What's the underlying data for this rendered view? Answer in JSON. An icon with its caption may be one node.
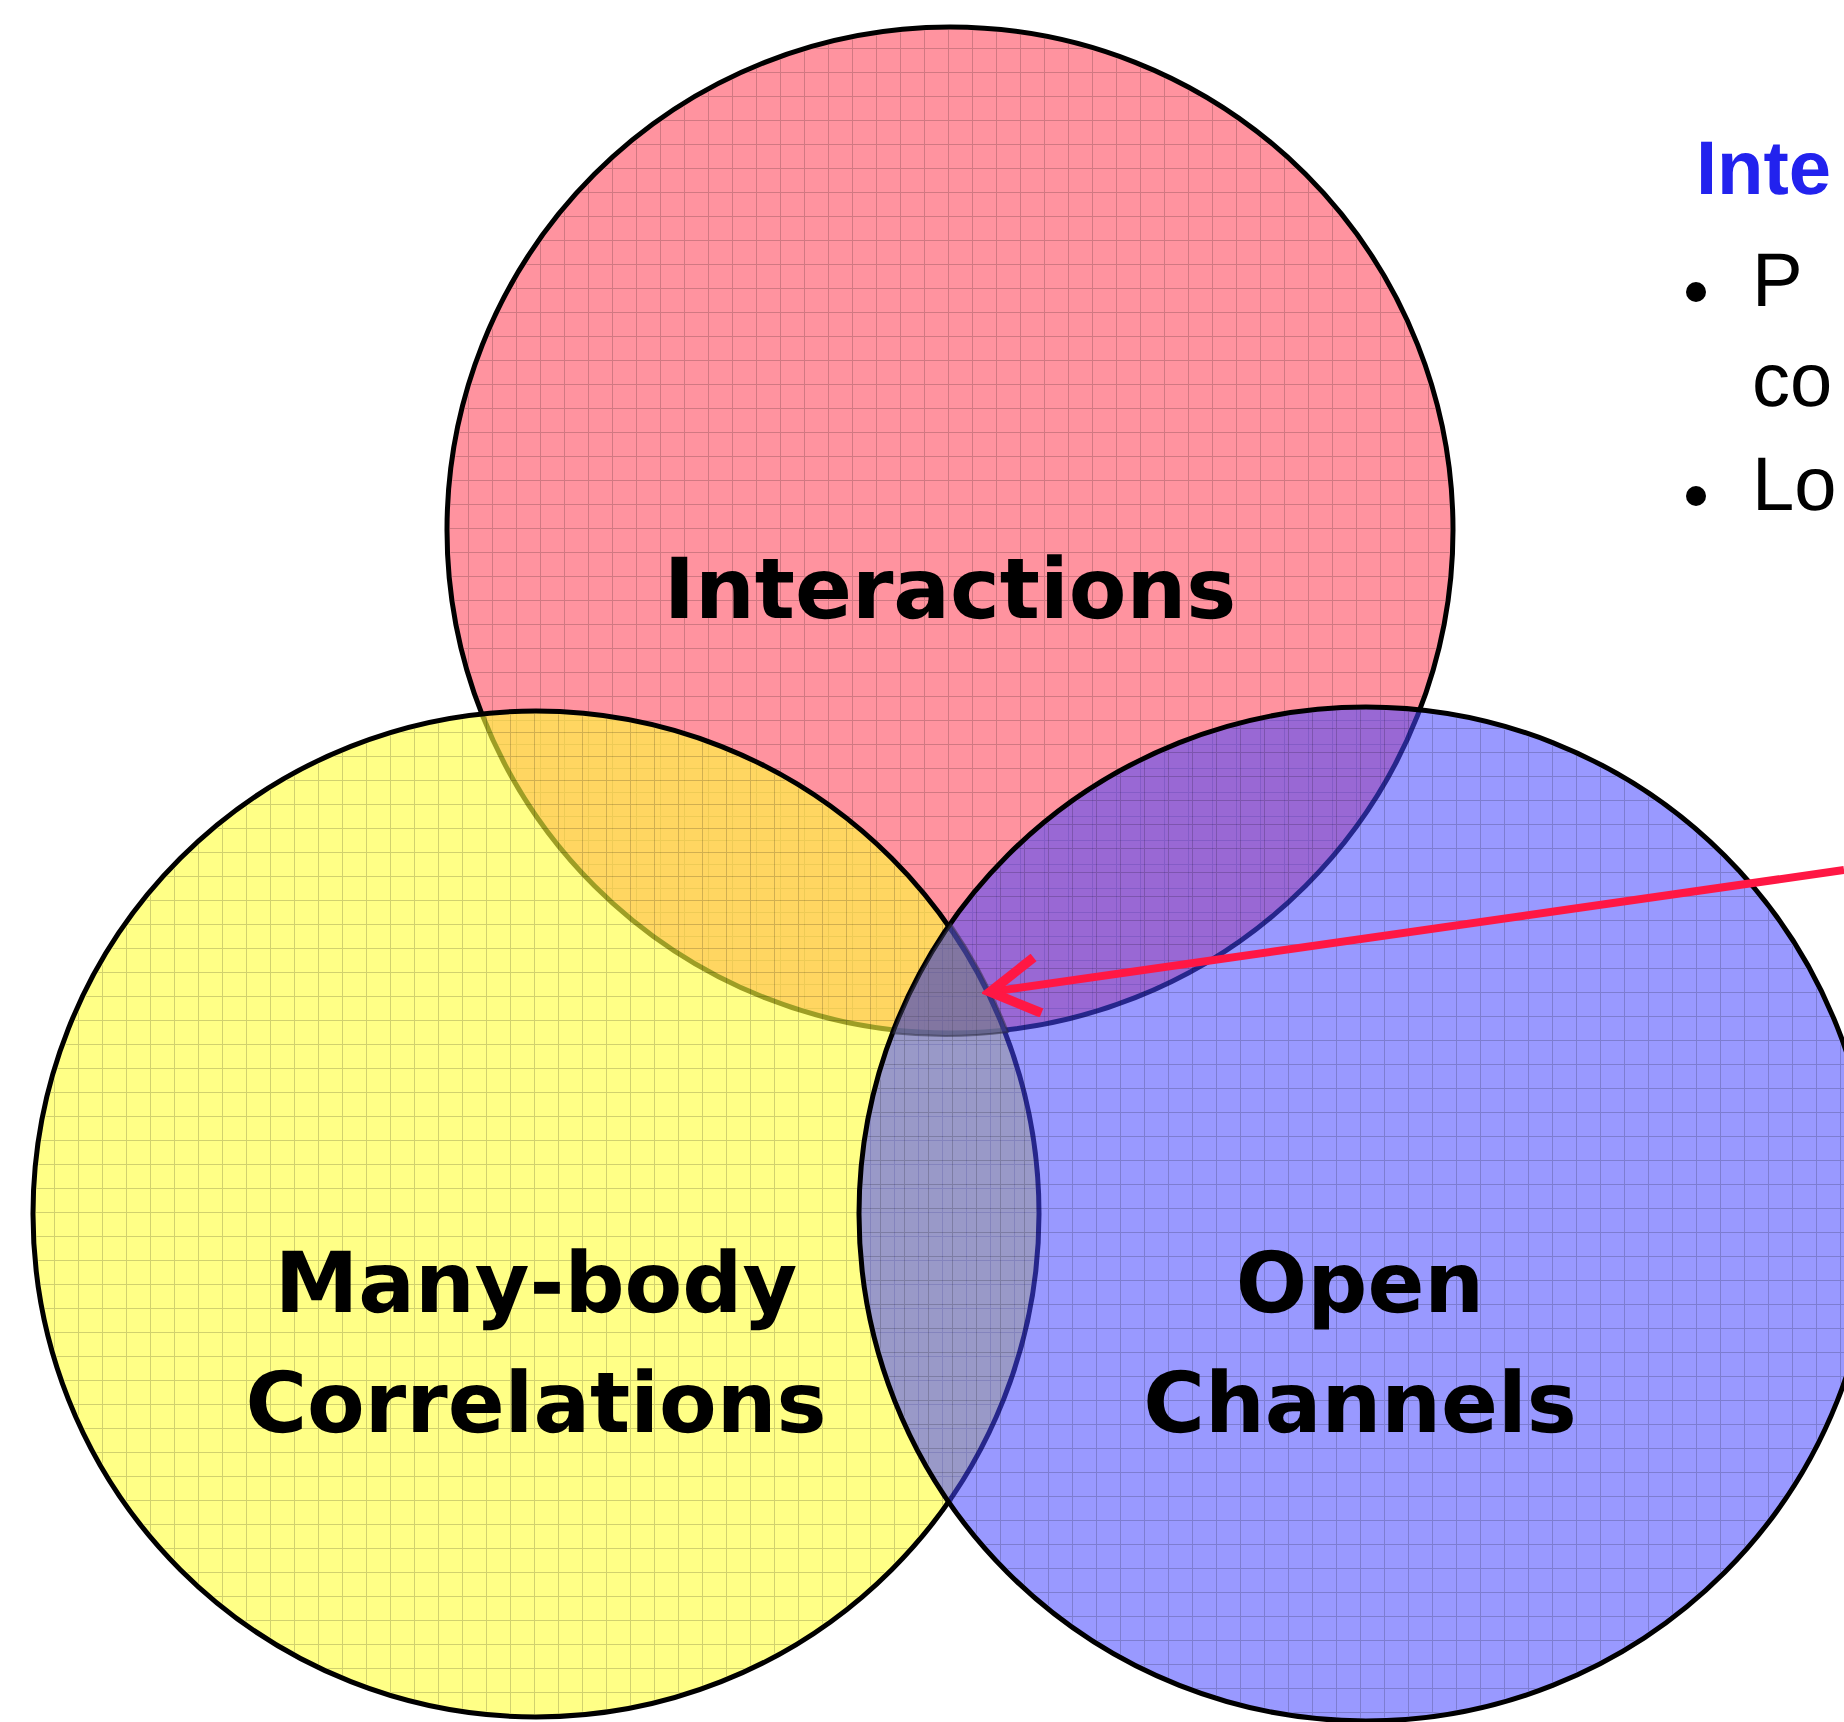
{
  "diagram": {
    "nodes": [
      {
        "text": [
          "Interactions"
        ]
      },
      {
        "text": [
          "Many-body Correlations"
        ]
      },
      {
        "text": [
          "Open Channels"
        ]
      },
      {
        "text": [],
        "shape": "region"
      }
    ],
    "edges": [
      {
        "from": null,
        "to": 3,
        "arrow": "to",
        "color": "#ff1744"
      }
    ],
    "labels": [
      "Inte",
      "P",
      "co",
      "Lo"
    ]
  }
}
